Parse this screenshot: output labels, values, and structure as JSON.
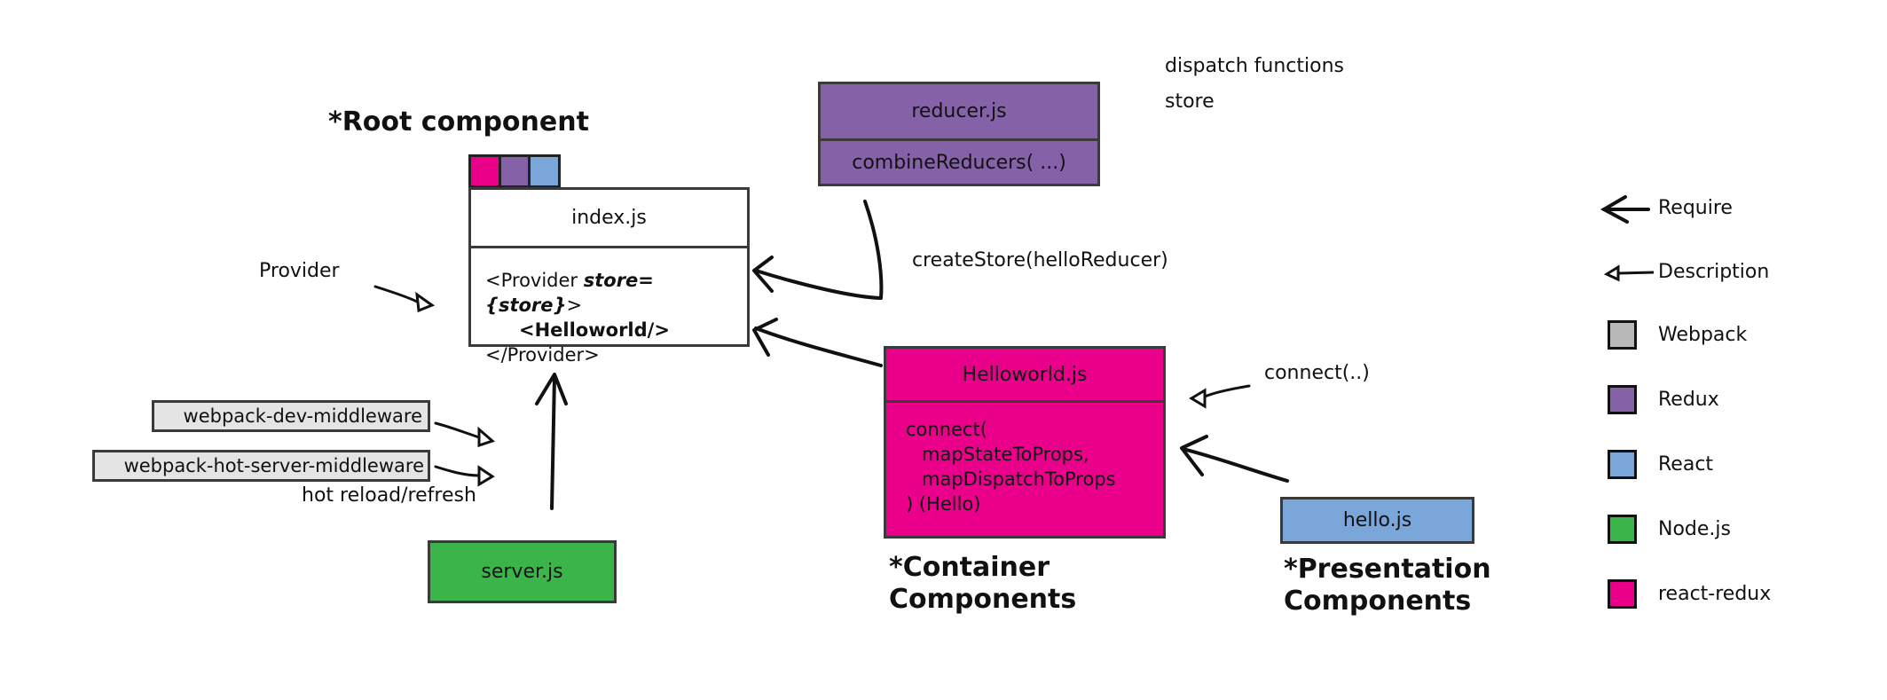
{
  "colors": {
    "webpack": "#c0c0c0",
    "webpack_box": "#e4e4e4",
    "redux": "#8561a8",
    "react": "#7ba6d9",
    "nodejs": "#3bb44a",
    "react_redux": "#eb008b",
    "border": "#3a3a3a"
  },
  "root": {
    "title": "*Root component",
    "file": "index.js",
    "code": [
      "<Provider ",
      "store={store}",
      ">",
      "<Helloworld/>",
      "</Provider>"
    ],
    "provider_label": "Provider"
  },
  "reducer": {
    "file": "reducer.js",
    "body": "combineReducers( ...)",
    "notes": [
      "dispatch functions",
      "store"
    ],
    "create_store_label": "createStore(helloReducer)"
  },
  "container": {
    "file": "Helloworld.js",
    "code": [
      "connect(",
      "mapStateToProps,",
      "mapDispatchToProps",
      ") (Hello)"
    ],
    "connect_label": "connect(..)",
    "title_line1": "*Container",
    "title_line2": "Components"
  },
  "presentation": {
    "file": "hello.js",
    "title_line1": "*Presentation",
    "title_line2": "Components"
  },
  "server": {
    "file": "server.js",
    "middleware": [
      "webpack-dev-middleware",
      "webpack-hot-server-middleware"
    ],
    "hot_reload_label": "hot reload/refresh"
  },
  "legend": {
    "items": [
      {
        "type": "require-arrow",
        "label": "Require"
      },
      {
        "type": "description-arrow",
        "label": "Description"
      },
      {
        "type": "swatch",
        "label": "Webpack",
        "color": "#b8b8b8"
      },
      {
        "type": "swatch",
        "label": "Redux",
        "color": "#8561a8"
      },
      {
        "type": "swatch",
        "label": "React",
        "color": "#7ba6d9"
      },
      {
        "type": "swatch",
        "label": "Node.js",
        "color": "#3bb44a"
      },
      {
        "type": "swatch",
        "label": "react-redux",
        "color": "#eb008b"
      }
    ]
  }
}
